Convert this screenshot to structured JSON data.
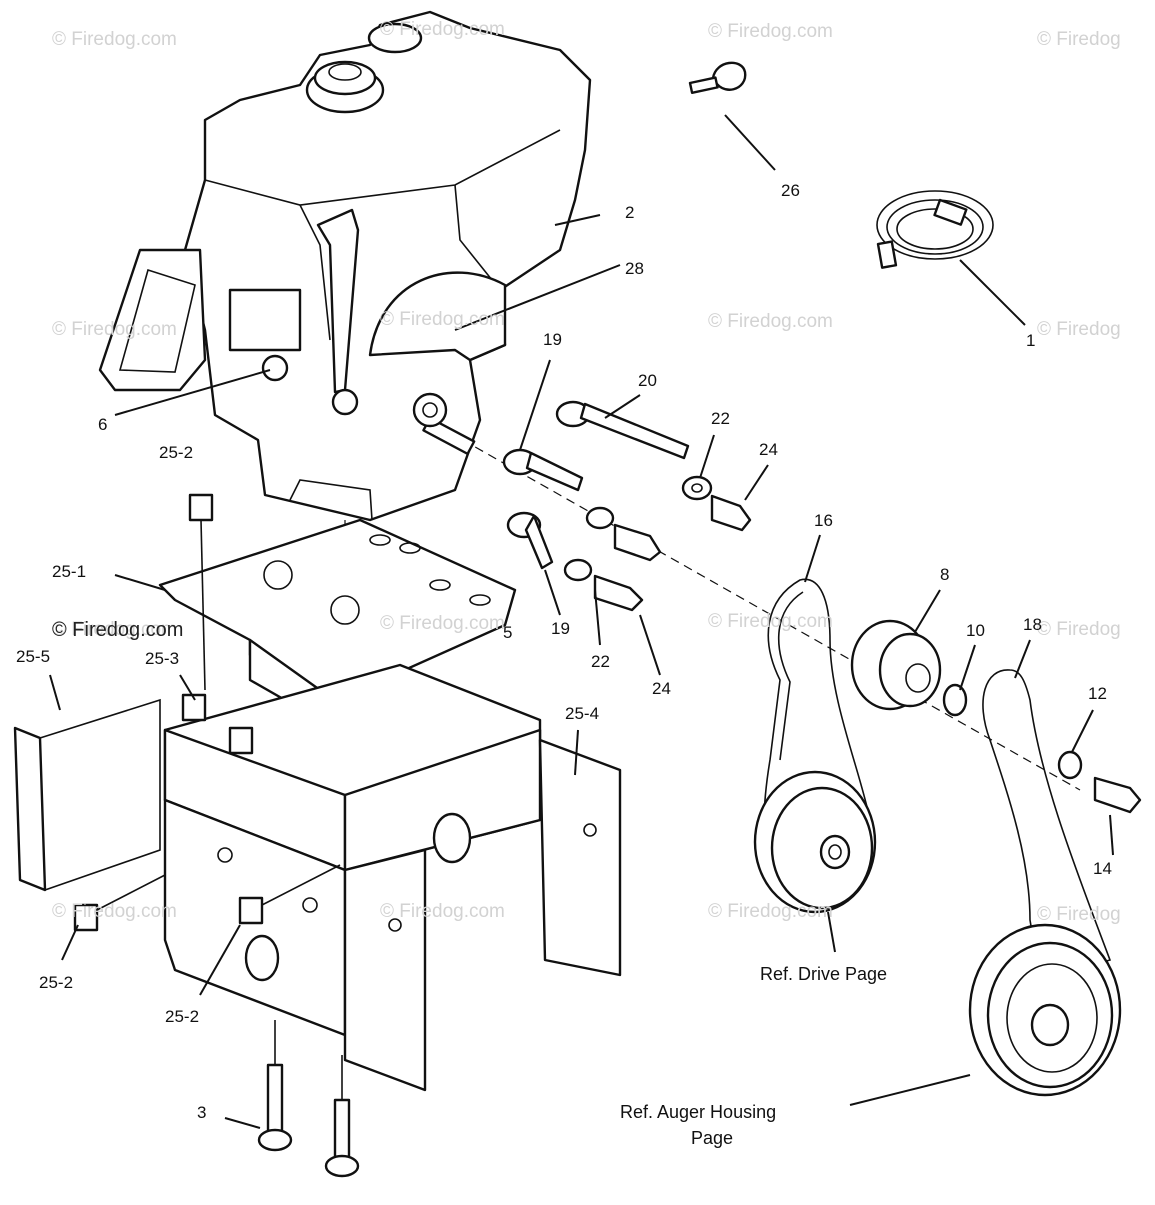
{
  "watermarks": [
    "© Firedog.com",
    "© Firedog.com",
    "© Firedog.com",
    "© Firedog",
    "© Firedog.com",
    "© Firedog.com",
    "© Firedog.com",
    "© Firedog",
    "© Firedog.com",
    "© Firedog.com",
    "© Firedog.com",
    "© Firedog",
    "© Firedog.com",
    "© Firedog.com",
    "© Firedog.com",
    "© Firedog"
  ],
  "watermark_strong": "© Firedog.com",
  "callouts": {
    "c1": "1",
    "c2": "2",
    "c3": "3",
    "c5": "5",
    "c6": "6",
    "c8": "8",
    "c10": "10",
    "c12": "12",
    "c14": "14",
    "c16": "16",
    "c18": "18",
    "c19a": "19",
    "c19b": "19",
    "c20": "20",
    "c22a": "22",
    "c22b": "22",
    "c24a": "24",
    "c24b": "24",
    "c25_1": "25-1",
    "c25_2a": "25-2",
    "c25_2b": "25-2",
    "c25_2c": "25-2",
    "c25_3": "25-3",
    "c25_4": "25-4",
    "c25_5": "25-5",
    "c26": "26",
    "c28": "28"
  },
  "references": {
    "drive": "Ref. Drive Page",
    "auger_line1": "Ref. Auger Housing",
    "auger_line2": "Page"
  },
  "colors": {
    "line": "#111111",
    "watermark": "#d2d2d2",
    "background": "#ffffff"
  }
}
